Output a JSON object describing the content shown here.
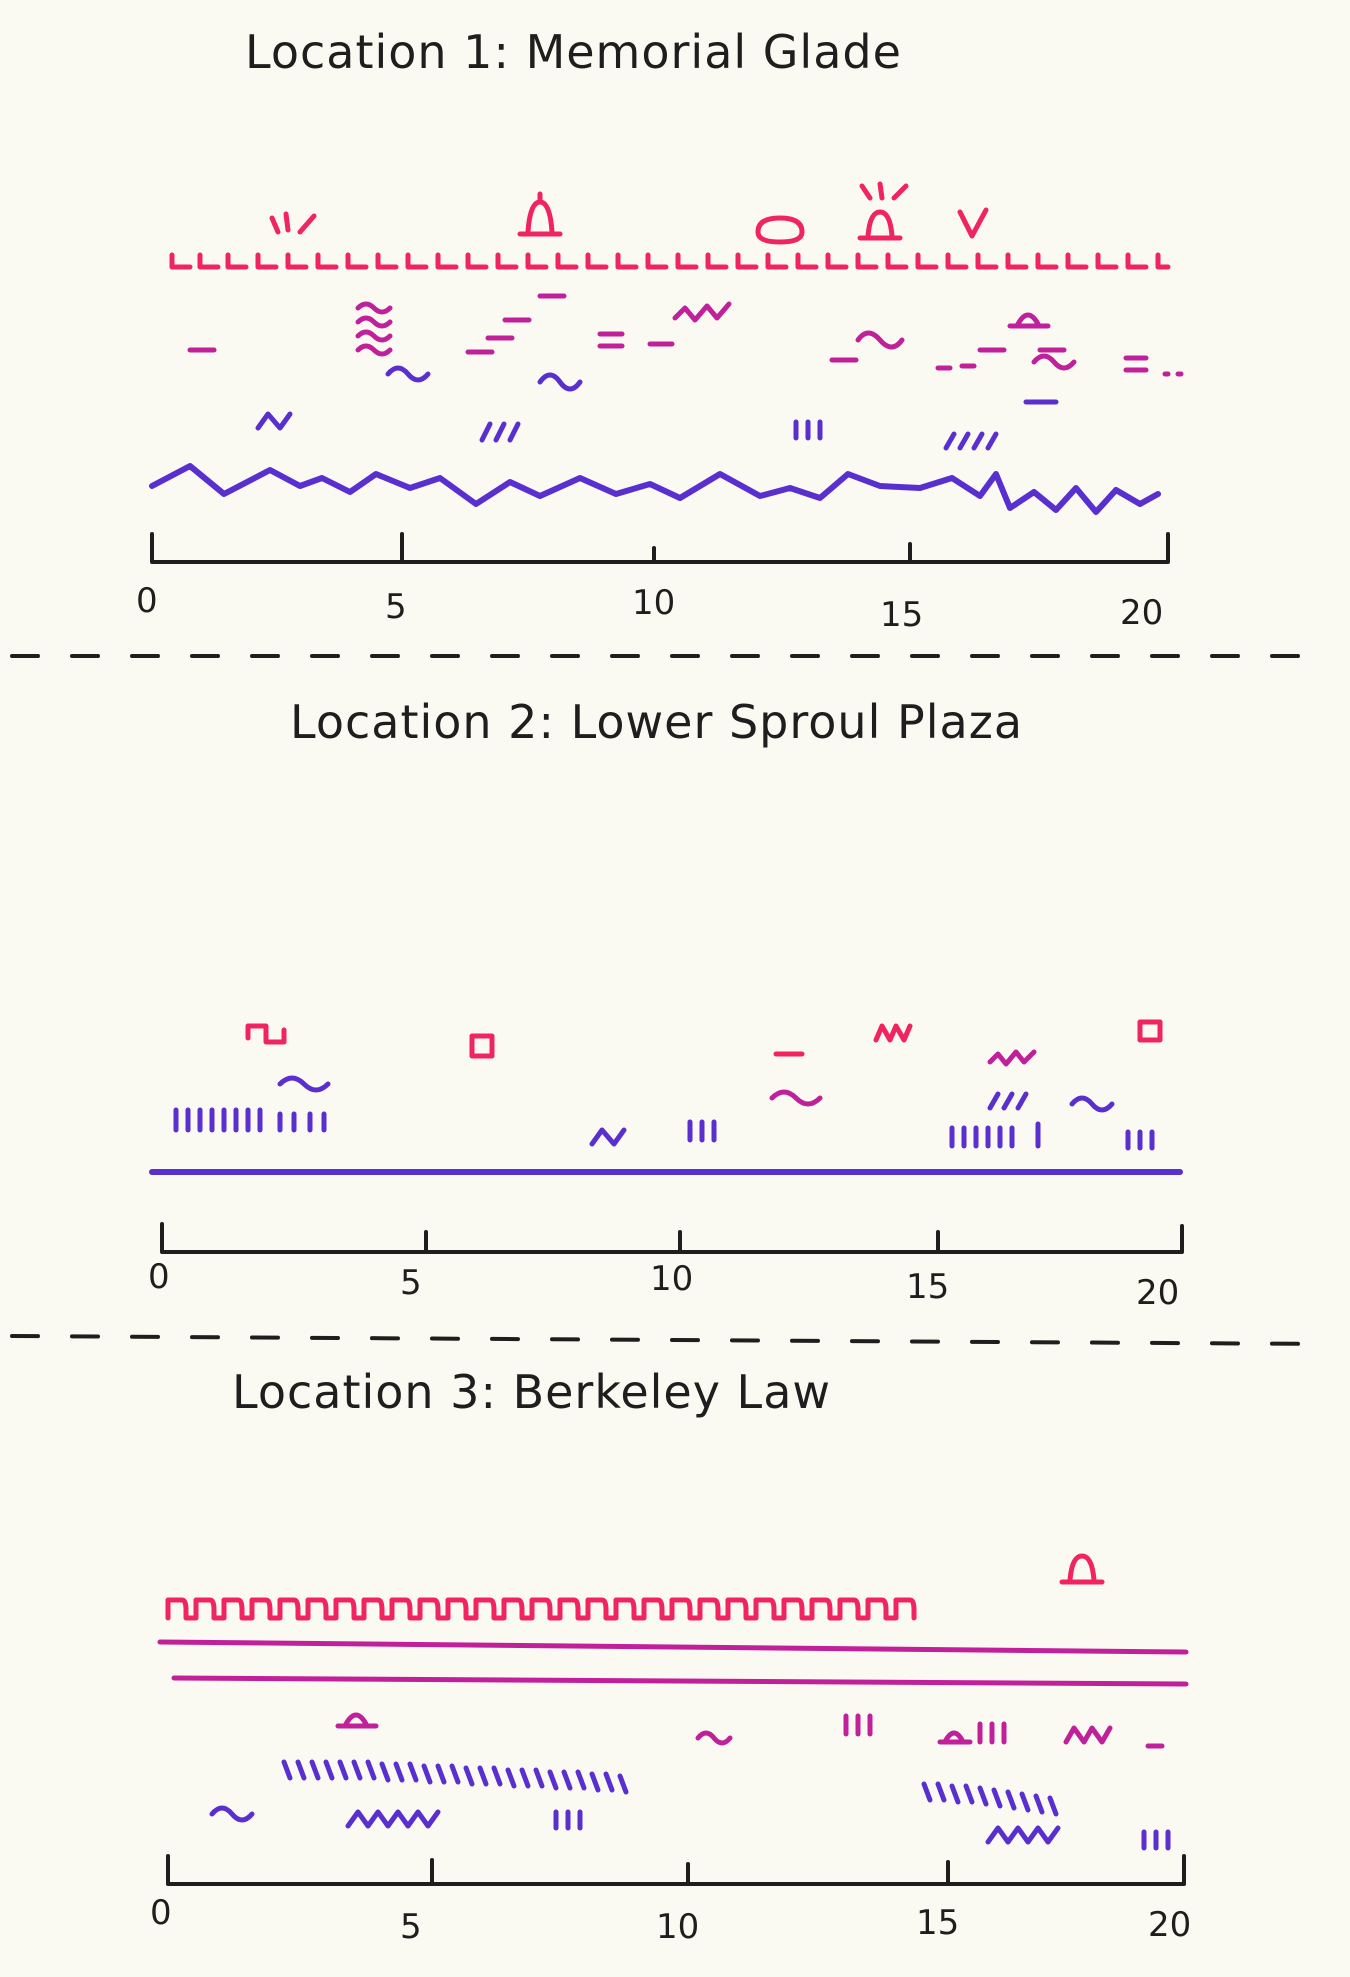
{
  "panels": [
    {
      "title": "Location 1: Memorial Glade",
      "axis": {
        "min": 0,
        "max": 20,
        "ticks": [
          "0",
          "5",
          "10",
          "15",
          "20"
        ]
      }
    },
    {
      "title": "Location 2: Lower Sproul Plaza",
      "axis": {
        "min": 0,
        "max": 20,
        "ticks": [
          "0",
          "5",
          "10",
          "15",
          "20"
        ]
      }
    },
    {
      "title": "Location 3: Berkeley Law",
      "axis": {
        "min": 0,
        "max": 20,
        "ticks": [
          "0",
          "5",
          "10",
          "15",
          "20"
        ]
      }
    }
  ],
  "colors": {
    "ink": "#1e1e1e",
    "pink": "#f0245e",
    "magenta": "#c0209a",
    "purple": "#5a2fd0",
    "paper": "#fbfaf2"
  }
}
